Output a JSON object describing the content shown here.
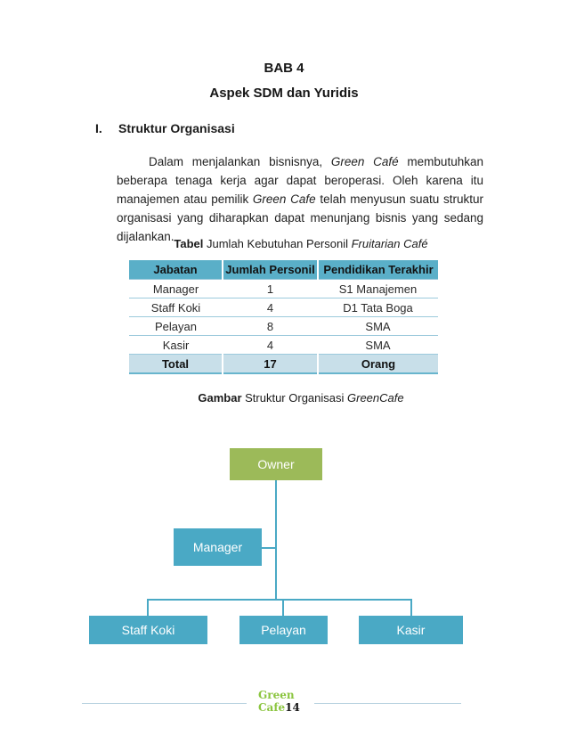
{
  "doc": {
    "chapter_title": "BAB 4",
    "chapter_subtitle": "Aspek SDM dan Yuridis"
  },
  "section": {
    "numeral": "I.",
    "heading": "Struktur Organisasi",
    "paragraph_segments": [
      "Dalam menjalankan bisnisnya, ",
      "Green Café",
      " membutuhkan beberapa tenaga kerja agar dapat beroperasi. Oleh karena itu manajemen atau pemilik ",
      "Green Cafe",
      " telah menyusun suatu struktur organisasi yang diharapkan dapat menunjang bisnis yang sedang dijalankan."
    ]
  },
  "table": {
    "caption_segments": [
      "Tabel",
      " Jumlah Kebutuhan Personil ",
      "Fruitarian Café"
    ],
    "headers": [
      "Jabatan",
      "Jumlah Personil",
      "Pendidikan Terakhir"
    ],
    "rows": [
      [
        "Manager",
        "1",
        "S1 Manajemen"
      ],
      [
        "Staff Koki",
        "4",
        "D1 Tata Boga"
      ],
      [
        "Pelayan",
        "8",
        "SMA"
      ],
      [
        "Kasir",
        "4",
        "SMA"
      ]
    ],
    "total_row": [
      "Total",
      "17",
      "Orang"
    ]
  },
  "figure": {
    "caption_segments": [
      "Gambar",
      " Struktur Organisasi ",
      "GreenCafe"
    ],
    "org_chart": {
      "nodes": [
        {
          "id": "owner",
          "label": "Owner",
          "color": "#9cba59"
        },
        {
          "id": "manager",
          "label": "Manager",
          "color": "#4aa9c5"
        },
        {
          "id": "staff-koki",
          "label": "Staff Koki",
          "color": "#4aa9c5"
        },
        {
          "id": "pelayan",
          "label": "Pelayan",
          "color": "#4aa9c5"
        },
        {
          "id": "kasir",
          "label": "Kasir",
          "color": "#4aa9c5"
        }
      ]
    }
  },
  "footer": {
    "brand_line1": "Green",
    "brand_word": "Cafe",
    "page_number": "14"
  },
  "colors": {
    "table_header_bg": "#5aafc8",
    "table_total_bg": "#c8dfe9",
    "table_border": "#9ccadc",
    "org_green": "#9cba59",
    "org_teal": "#4aa9c5",
    "footer_green": "#8bc53f",
    "footer_rule": "#b9d3e0"
  }
}
